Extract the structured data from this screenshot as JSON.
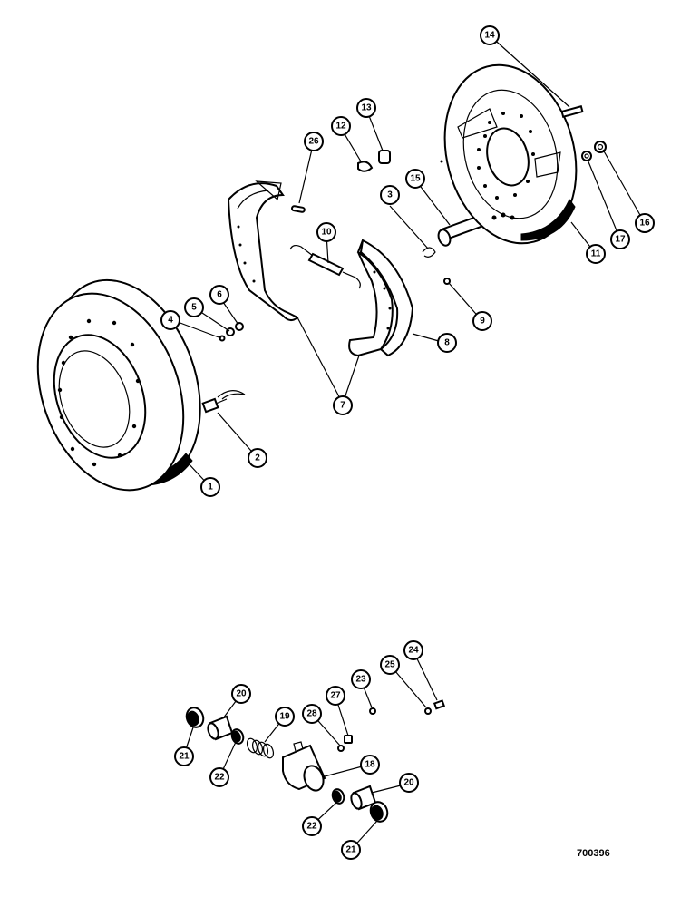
{
  "figure_number": "700396",
  "callouts": [
    "1",
    "2",
    "3",
    "4",
    "5",
    "6",
    "7",
    "8",
    "9",
    "10",
    "11",
    "12",
    "13",
    "14",
    "15",
    "16",
    "17",
    "18",
    "19",
    "20",
    "21",
    "22",
    "23",
    "24",
    "25",
    "26",
    "27",
    "28"
  ]
}
